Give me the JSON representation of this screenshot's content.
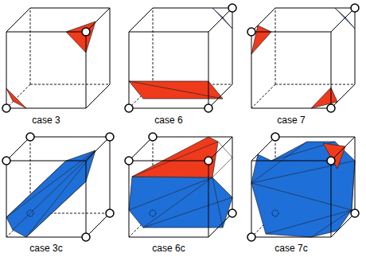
{
  "diagram": {
    "labels": [
      "case 3",
      "case 6",
      "case 7",
      "case 3c",
      "case 6c",
      "case 7c"
    ]
  }
}
